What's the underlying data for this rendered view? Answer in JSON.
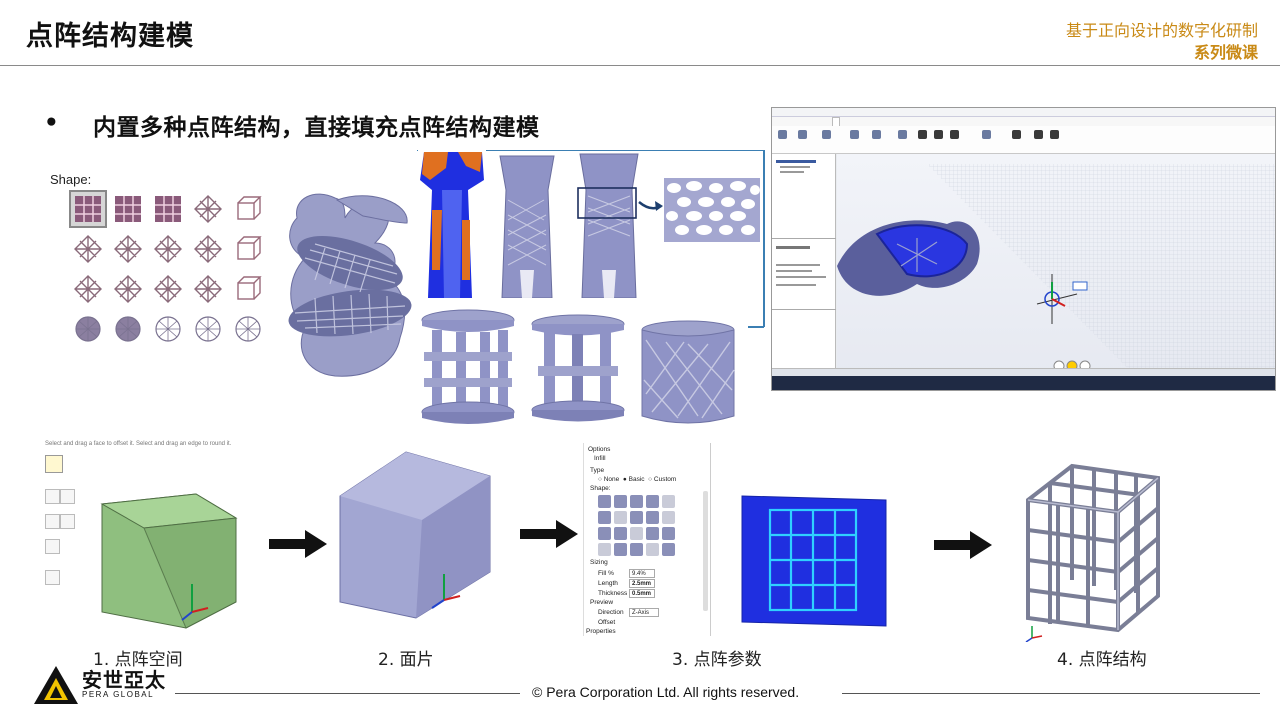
{
  "header": {
    "title": "点阵结构建模",
    "series_line1": "基于正向设计的数字化研制",
    "series_line2": "系列微课"
  },
  "bullet": {
    "marker": "•",
    "text": "内置多种点阵结构，直接填充点阵结构建模"
  },
  "gallery": {
    "label": "Shape:"
  },
  "workflow": {
    "hint": "Select and drag a face to offset it. Select and drag an edge to round it.",
    "steps": [
      {
        "label": "1. 点阵空间"
      },
      {
        "label": "2. 面片"
      },
      {
        "label": "3. 点阵参数"
      },
      {
        "label": "4. 点阵结构"
      }
    ],
    "options": {
      "title": "Options",
      "infill": "Infill",
      "type_label": "Type",
      "type_none": "None",
      "type_basic": "Basic",
      "type_custom": "Custom",
      "shape_label": "Shape:",
      "sizing_label": "Sizing",
      "fill_label": "Fill %",
      "fill_value": "9.4%",
      "length_label": "Length",
      "length_value": "2.5mm",
      "thickness_label": "Thickness",
      "thickness_value": "0.5mm",
      "preview_label": "Preview",
      "direction_label": "Direction",
      "direction_value": "Z-Axis",
      "offset_label": "Offset",
      "properties_label": "Properties"
    }
  },
  "footer": {
    "copyright": "©  Pera Corporation Ltd. All rights reserved.",
    "logo_cn": "安世亞太",
    "logo_en": "PERA GLOBAL"
  },
  "colors": {
    "accent_gold": "#c98a16",
    "lattice_purple": "#8f93c6",
    "cube_green": "#8fbf7f",
    "cube_blue": "#1f2fe0",
    "frame_blue": "#3b7fb3"
  }
}
